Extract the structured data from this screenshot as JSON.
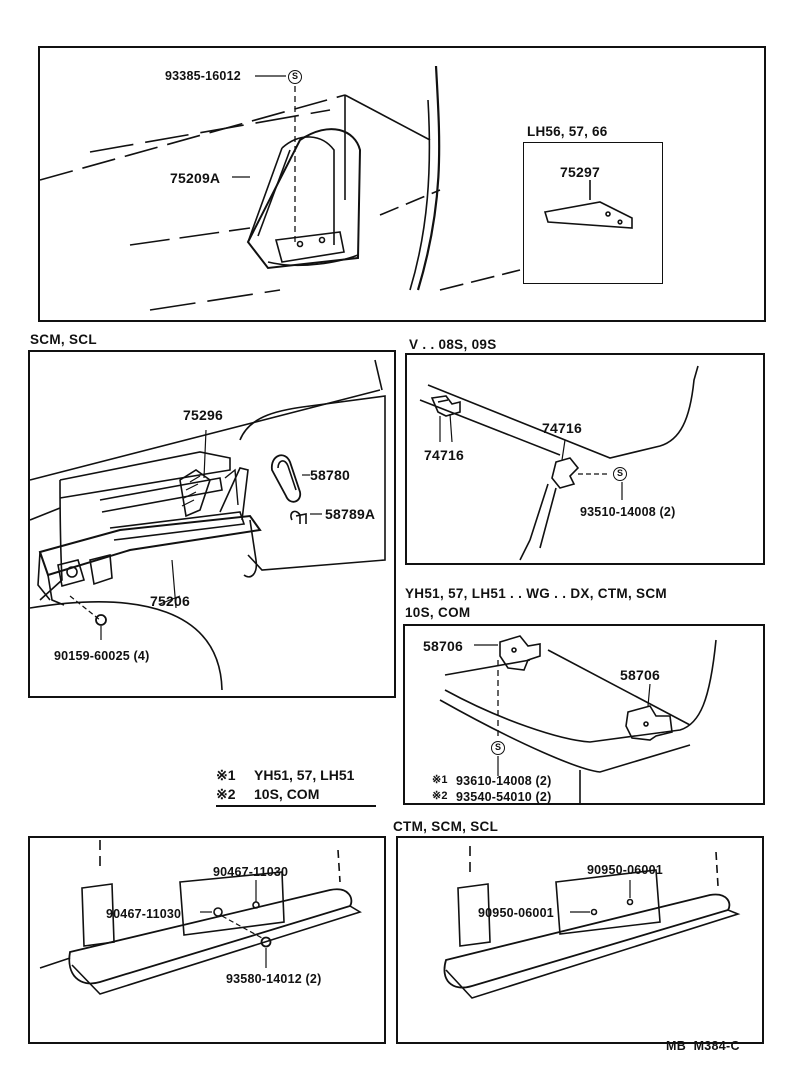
{
  "panel_top": {
    "callouts": [
      "93385-16012",
      "75209A"
    ],
    "inset_header": "LH56, 57, 66",
    "inset_callout": "75297"
  },
  "panel_scm": {
    "header": "SCM, SCL",
    "callouts": [
      "75296",
      "58780",
      "58789A",
      "75206",
      "90159-60025 (4)"
    ]
  },
  "panel_v": {
    "header": "V . . 08S, 09S",
    "callouts": [
      "74716",
      "74716",
      "93510-14008 (2)"
    ]
  },
  "panel_yh": {
    "header_line1": "YH51, 57, LH51 . . WG . . DX, CTM, SCM",
    "header_line2": "10S, COM",
    "callouts": [
      "58706",
      "58706"
    ],
    "note_callouts": [
      "93610-14008 (2)",
      "93540-54010 (2)"
    ]
  },
  "notes": {
    "mark1": "※1",
    "mark2": "※2",
    "note1": "YH51, 57, LH51",
    "note2": "10S, COM"
  },
  "panel_bl": {
    "callouts": [
      "90467-11030",
      "90467-11030",
      "93580-14012 (2)"
    ]
  },
  "panel_br": {
    "header": "CTM, SCM, SCL",
    "callouts": [
      "90950-06001",
      "90950-06001"
    ]
  },
  "footer": {
    "code": "MB  M384-C"
  }
}
